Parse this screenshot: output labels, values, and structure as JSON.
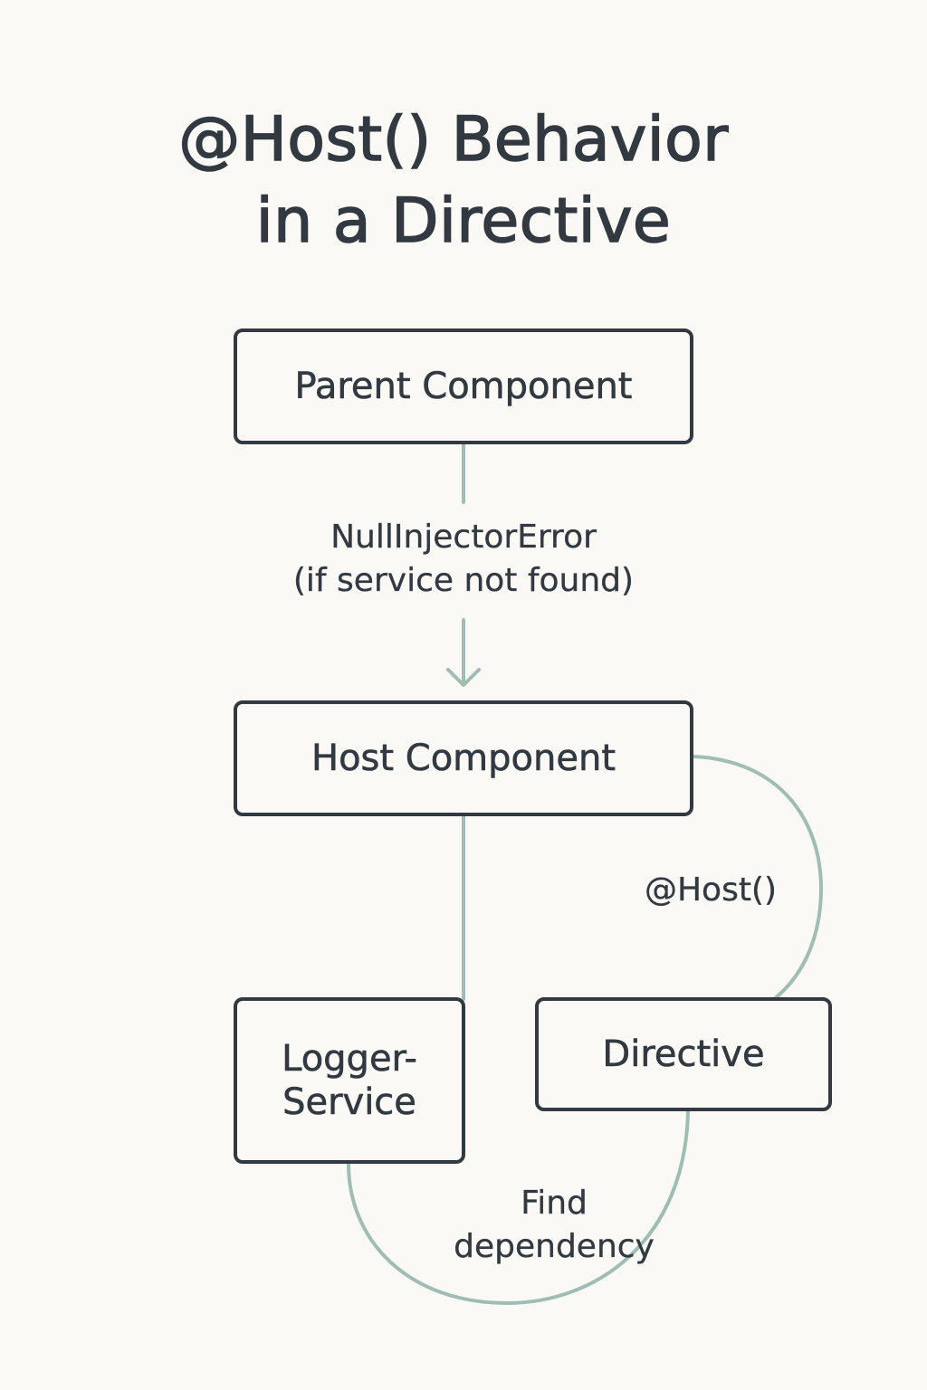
{
  "title": {
    "line1": "@Host() Behavior",
    "line2": "in a Directive"
  },
  "nodes": {
    "parent": "Parent Component",
    "host": "Host Component",
    "logger_line1": "Logger-",
    "logger_line2": "Service",
    "directive": "Directive"
  },
  "edges": {
    "parent_to_host_line1": "NullInjectorError",
    "parent_to_host_line2": "(if service not found)",
    "host_to_directive": "@Host()",
    "directive_to_logger_line1": "Find",
    "directive_to_logger_line2": "dependency"
  },
  "colors": {
    "connector": "#9fbdb4",
    "box_border": "#323940",
    "text": "#323940",
    "background": "#faf9f5"
  }
}
